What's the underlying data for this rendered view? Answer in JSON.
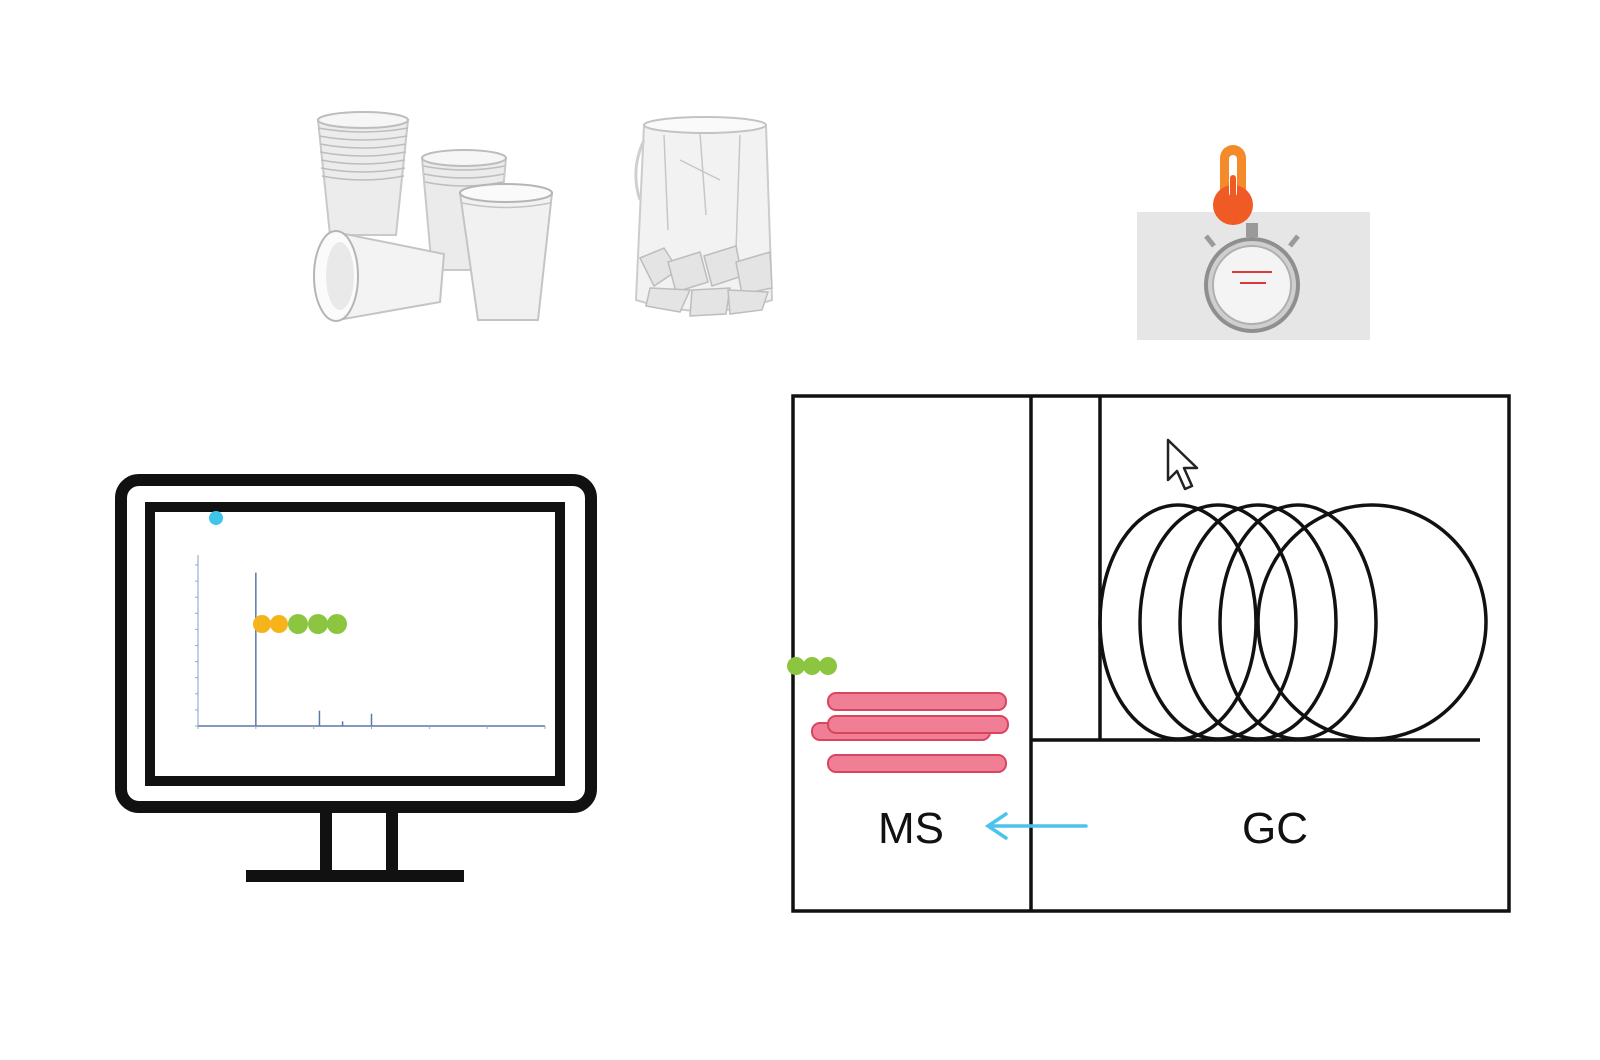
{
  "labels": {
    "ms": "MS",
    "gc": "GC"
  },
  "icons": {
    "cups": "plastic-cups-icon",
    "crushed_cup": "crushed-cup-icon",
    "thermometer": "thermometer-icon",
    "stopwatch": "stopwatch-icon",
    "monitor": "monitor-icon",
    "cursor": "mouse-cursor-icon"
  },
  "colors": {
    "line": "#111111",
    "arrow": "#4cc3ec",
    "molecule_yellow": "#f5b51a",
    "molecule_green": "#8cc640",
    "dot_cyan": "#3ec6ea",
    "ms_tube": "#f07f95",
    "ms_tube_stroke": "#d9455f",
    "thermometer": "#f05a24",
    "chart_line": "#5a78a8"
  },
  "chart_data": {
    "type": "line",
    "title": "",
    "xlabel": "",
    "ylabel": "",
    "peaks": [
      {
        "x": 5,
        "y": 100
      },
      {
        "x": 10.5,
        "y": 10
      },
      {
        "x": 15,
        "y": 8
      },
      {
        "x": 12.5,
        "y": 3
      }
    ],
    "xlim": [
      0,
      30
    ],
    "ylim": [
      0,
      105
    ]
  },
  "molecules": {
    "screen_chain": [
      "yellow",
      "yellow",
      "green",
      "green",
      "green"
    ],
    "ms_chain": [
      "green",
      "green",
      "green"
    ]
  }
}
